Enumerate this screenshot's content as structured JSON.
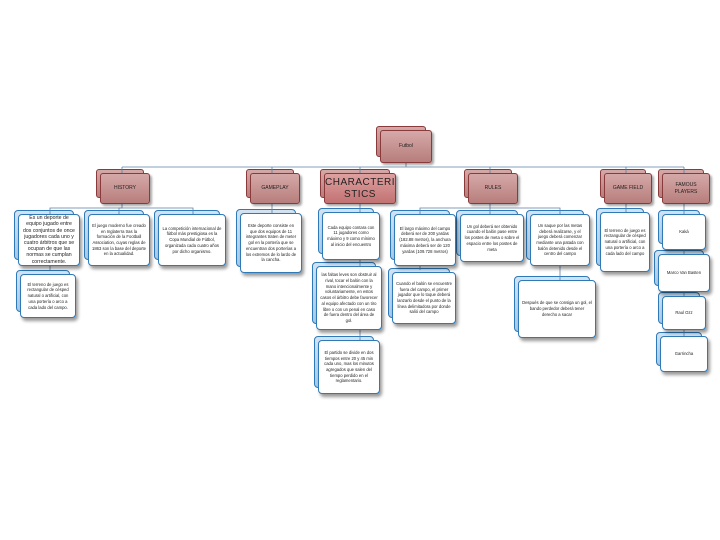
{
  "root": "Futbol",
  "categories": {
    "history": "HISTORY",
    "gameplay": "GAMEPLAY",
    "characteristics": "CHARACTERI STICS",
    "rules": "RULES",
    "game_field": "GAME FIELD",
    "famous_players": "FAMOUS PLAYERS"
  },
  "history": {
    "n1": "Es un deporte de equipo jugado entre dos conjuntos de once jugadores cada uno y cuatro árbitros que se ocupan de que las normas se cumplan correctamente.",
    "n2": "El juego moderno fue creado en Inglaterra tras la formación de la Football Association, cuyas reglas de 1863 son la base del deporte en la actualidad.",
    "n3": "La competición internacional de fútbol más prestigiosa es la Copa Mundial de Fútbol, organizada cada cuatro años por dicho organismo.",
    "n4": "El terreno de juego es rectangular de césped natural o artificial, con una portería o arco a cada lado del campo."
  },
  "gameplay": {
    "n1": "Este deporte consiste en que dos equipos de 11 integrantes traten de meter gol en la portería que se encuentran dos porterías a los extremos de lo lardo de la cancha."
  },
  "characteristics": {
    "n1": "Cada equipo contara con 11 jugadores como máximo y 9 como mínimo al inicio del encuentro",
    "n2": "las faltas leves son obstruir al rival, tocar el balón con la mano intencionalmente y voluntariamente, en estos casos el árbitro debe favorecer al equipo afectado con un tiro libre o con un penal en caso de fuera dentro del área de gol.",
    "n3": "El partido se divide en dos tiempos entre 20 y 45 min cada uno, mas los minutos agregados que salen del tiempo perdido en el reglamentario."
  },
  "rules": {
    "n1": "El largo máximo del campo deberá ser de 200 yardas (182.88 metros), la anchura máxima deberá ser de 120 yardas (109.728 metros)",
    "n2": "Un gol deberá ser obtenido cuando el balón pase entre los postes de meta o sobre el espacio entre los postes de meta",
    "n3": "Un saque por las metas deberá realizarse, y el juego deberá comenzar mediante una patada con balón detenido desde el centro del campo",
    "n4": "Cuando el balón se encuentre fuera del campo, el primer jugador que lo toque deberá lanzarlo desde el punto de la línea delimitadora por donde salió del campo",
    "n5": "Después de que se consiga un gol, el bando perdedor deberá tener derecho a sacar"
  },
  "game_field": {
    "n1": "El terreno de juego es rectangular de césped natural o artificial, con una portería o arco a cada lado del campo"
  },
  "famous_players": [
    "Kaká",
    "Marco Van Basten",
    "Raul Ozz",
    "Garrincha"
  ]
}
